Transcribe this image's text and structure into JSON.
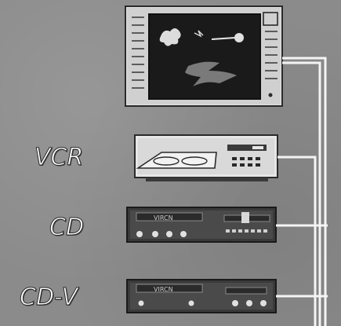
{
  "labels": {
    "vcr": "VCR",
    "cd": "CD",
    "cdv": "CD-V"
  },
  "device_brands": {
    "cd": "VIRCN",
    "cdv": "VIRCN"
  },
  "icons": {
    "tv": "tv-monitor-icon",
    "vcr": "vcr-deck-icon",
    "cd": "cd-player-icon",
    "cdv": "cd-video-player-icon"
  },
  "colors": {
    "background": "#8b8b8b",
    "device_light": "#d6d6d6",
    "device_dark": "#2a2a2a",
    "cable": "#f4f4f4",
    "label": "#ffffff"
  }
}
